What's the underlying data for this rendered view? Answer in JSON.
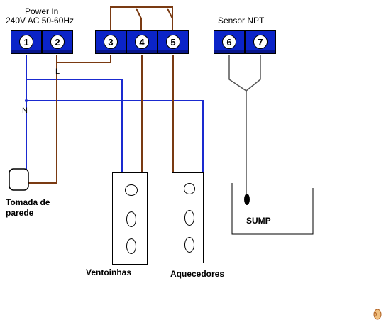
{
  "labels": {
    "power_in": "Power In",
    "power_spec": "240V AC 50-60Hz",
    "sensor": "Sensor NPT",
    "wall_socket_line1": "Tomada de",
    "wall_socket_line2": "parede",
    "fans": "Ventoinhas",
    "heaters": "Aquecedores",
    "sump": "SUMP",
    "live": "L",
    "neutral": "N"
  },
  "terminals": [
    "1",
    "2",
    "3",
    "4",
    "5",
    "6",
    "7"
  ],
  "colors": {
    "terminal": "#0b24c8",
    "blue_wire": "#1a2ad0",
    "brown_wire": "#7a3a12",
    "gray_wire": "#555555"
  }
}
